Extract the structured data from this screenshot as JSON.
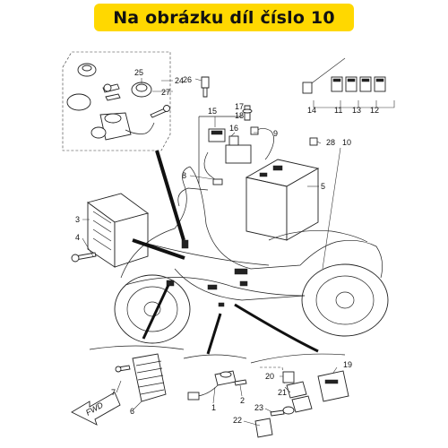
{
  "header": {
    "title": "Na obrázku díl číslo 10"
  },
  "callouts": {
    "c1": "1",
    "c2": "2",
    "c3": "3",
    "c4": "4",
    "c5": "5",
    "c6": "6",
    "c7": "7",
    "c8": "8",
    "c9": "9",
    "c10": "10",
    "c11": "11",
    "c12": "12",
    "c13": "13",
    "c14": "14",
    "c15": "15",
    "c16": "16",
    "c17": "17",
    "c18": "18",
    "c19": "19",
    "c20": "20",
    "c21": "21",
    "c22": "22",
    "c23": "23",
    "c24": "24",
    "c25": "25",
    "c26": "26",
    "c27": "27",
    "c28": "28"
  },
  "fwd_label": "FWD",
  "colors": {
    "banner": "#ffd800",
    "line": "#222222"
  }
}
